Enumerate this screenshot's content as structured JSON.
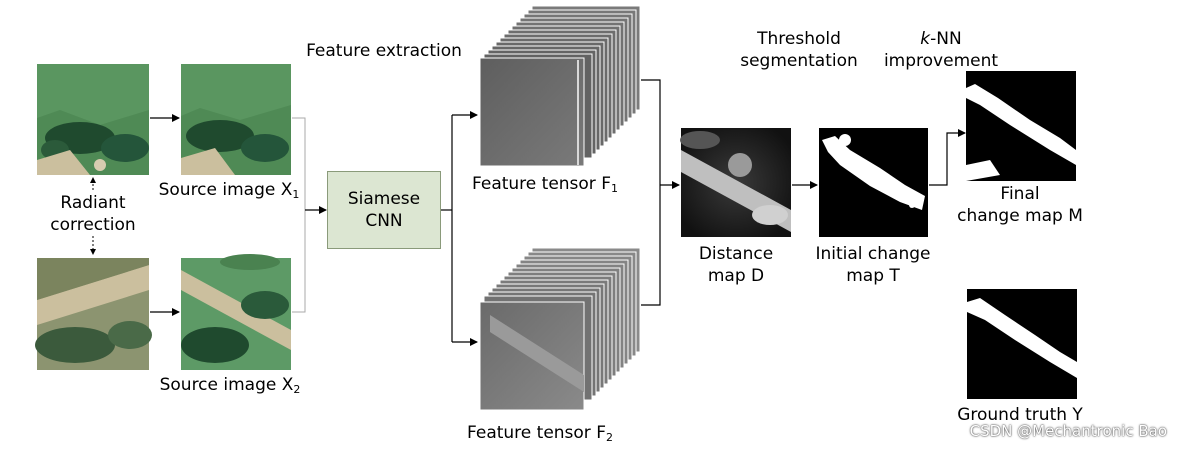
{
  "labels": {
    "feature_extraction": "Feature extraction",
    "source_x1_text": "Source image X",
    "source_x1_sub": "1",
    "source_x2_text": "Source image X",
    "source_x2_sub": "2",
    "radiant_line1": "Radiant",
    "radiant_line2": "correction",
    "siamese_line1": "Siamese",
    "siamese_line2": "CNN",
    "feature_f1_text": "Feature tensor F",
    "feature_f1_sub": "1",
    "feature_f2_text": "Feature tensor F",
    "feature_f2_sub": "2",
    "threshold_line1": "Threshold",
    "threshold_line2": "segmentation",
    "knn_line1_italic": "k",
    "knn_line1_rest": "-NN",
    "knn_line2": "improvement",
    "distance_line1": "Distance",
    "distance_line2": "map D",
    "initial_line1": "Initial change",
    "initial_line2": "map T",
    "final_line1": "Final",
    "final_line2": "change map M",
    "ground_truth": "Ground truth Y"
  },
  "watermark": "CSDN @Mechantronic Bao",
  "colors": {
    "grass_green": "#4f8a55",
    "forest_dark": "#1f4a2e",
    "road_tan": "#cbbf9e",
    "cnn_box_fill": "#dce6d2",
    "feature_gray": "#6d6d6d"
  }
}
